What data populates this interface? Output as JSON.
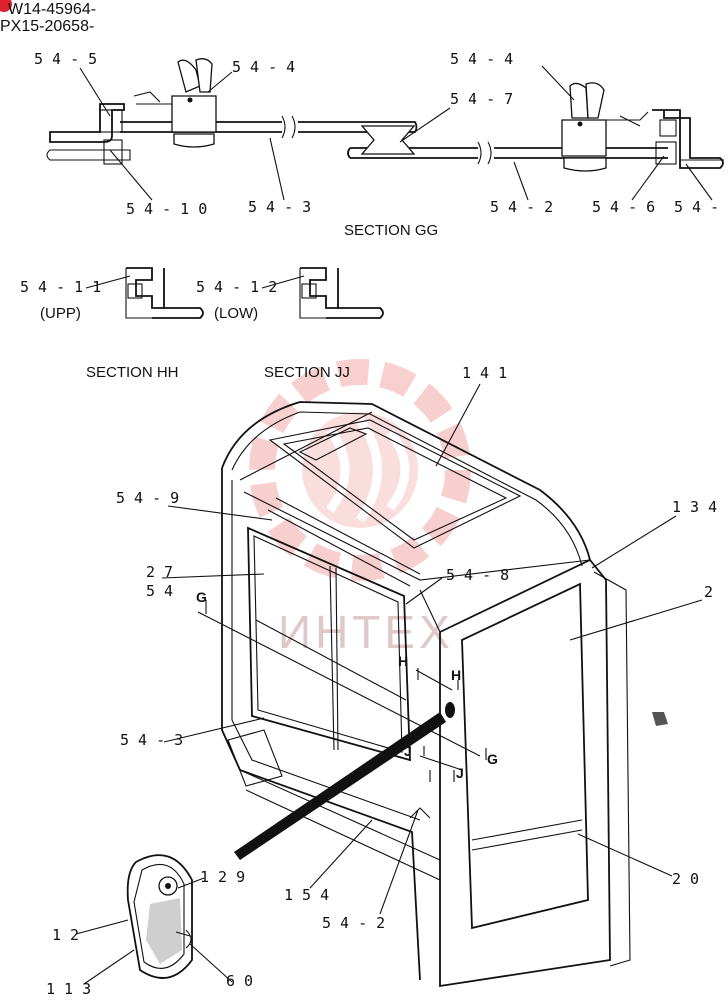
{
  "header": {
    "line1": "W14-45964-",
    "line2": "PX15-20658-",
    "badge_color": "#e0202e"
  },
  "watermark": {
    "text": "ИНТЕХ",
    "color": "#f3a9a9"
  },
  "sections": {
    "gg": "SECTION GG",
    "hh": "SECTION HH",
    "jj": "SECTION JJ",
    "upp": "(UPP)",
    "low": "(LOW)"
  },
  "section_markers": {
    "g": "G",
    "h": "H",
    "j": "J"
  },
  "callouts": {
    "c54_5": "5 4 - 5",
    "c54_4a": "5 4 - 4",
    "c54_4b": "5 4 - 4",
    "c54_7": "5 4 - 7",
    "c54_10": "5 4 - 1 0",
    "c54_3a": "5 4 - 3",
    "c54_2a": "5 4 - 2",
    "c54_6": "5 4 - 6",
    "c54_cut": "5 4 -",
    "c54_11": "5 4 - 1 1",
    "c54_12": "5 4 - 1 2",
    "c141": "1 4 1",
    "c54_9": "5 4 - 9",
    "c134": "1 3 4",
    "c27": "2 7",
    "c54": "5 4",
    "c54_8": "5 4 - 8",
    "c2": "2",
    "c54_3b": "5 4 - 3",
    "c129": "1 2 9",
    "c12": "1 2",
    "c154": "1 5 4",
    "c54_2b": "5 4 - 2",
    "c20": "2 0",
    "c113": "1 1 3",
    "c60": "6 0"
  }
}
